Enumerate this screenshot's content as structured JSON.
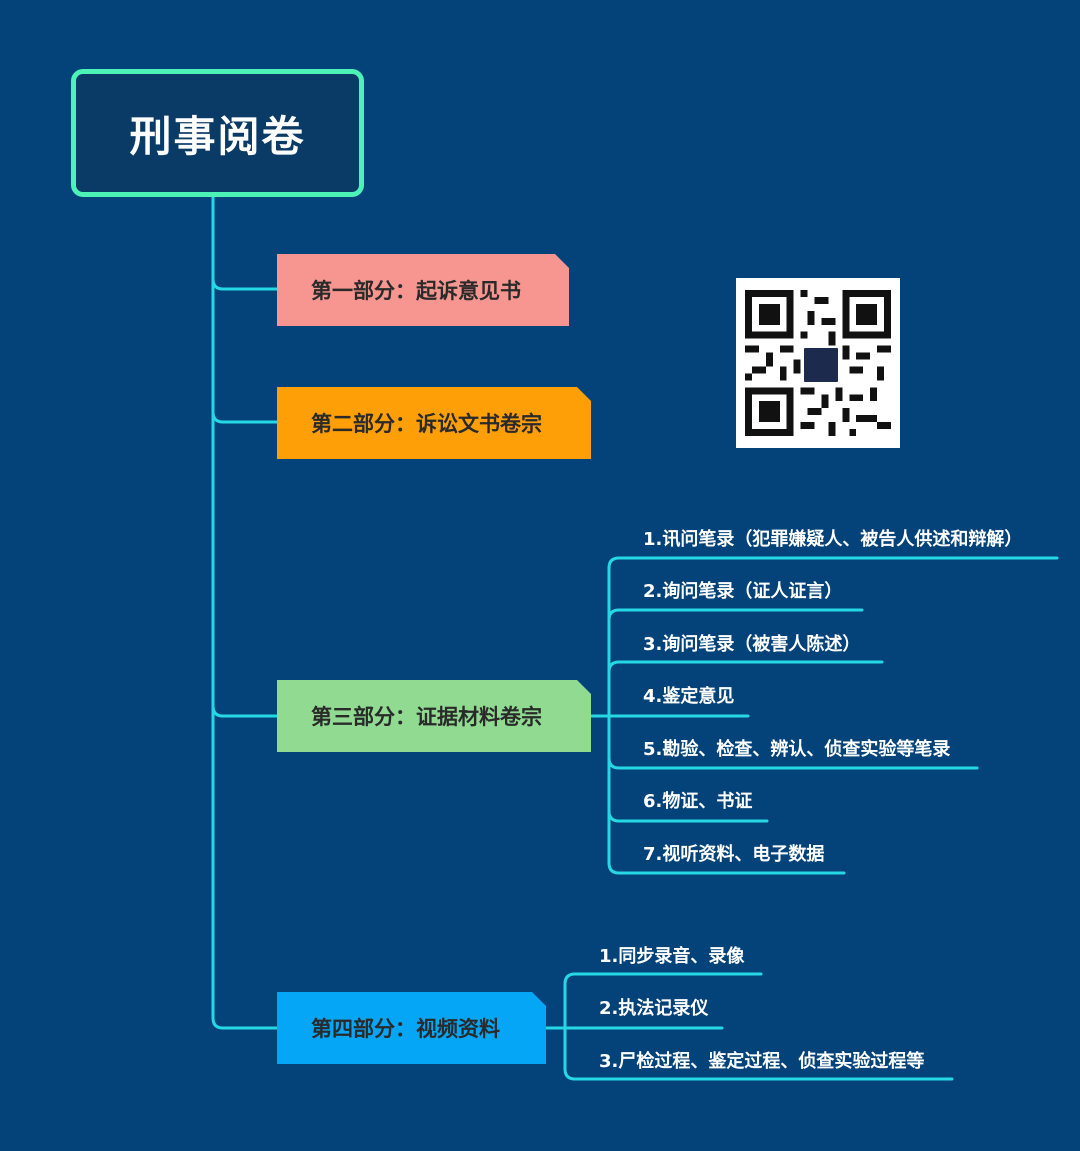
{
  "colors": {
    "background": "#03437a",
    "connector": "#26d7e4",
    "root_border": "#4cf2b6"
  },
  "root": {
    "title": "刑事阅卷"
  },
  "branches": [
    {
      "label": "第一部分：起诉意见书",
      "color": "#f79690",
      "children": []
    },
    {
      "label": "第二部分：诉讼文书卷宗",
      "color": "#ff9f08",
      "children": []
    },
    {
      "label": "第三部分：证据材料卷宗",
      "color": "#90db91",
      "children": [
        "1.讯问笔录（犯罪嫌疑人、被告人供述和辩解）",
        "2.询问笔录（证人证言）",
        "3.询问笔录（被害人陈述）",
        "4.鉴定意见",
        "5.勘验、检查、辨认、侦查实验等笔录",
        "6.物证、书证",
        "7.视听资料、电子数据"
      ]
    },
    {
      "label": "第四部分：视频资料",
      "color": "#06a6f7",
      "children": [
        "1.同步录音、录像",
        "2.执法记录仪",
        "3.尸检过程、鉴定过程、侦查实验过程等"
      ]
    }
  ],
  "qr_code": {
    "icon": "qr-code-icon"
  }
}
